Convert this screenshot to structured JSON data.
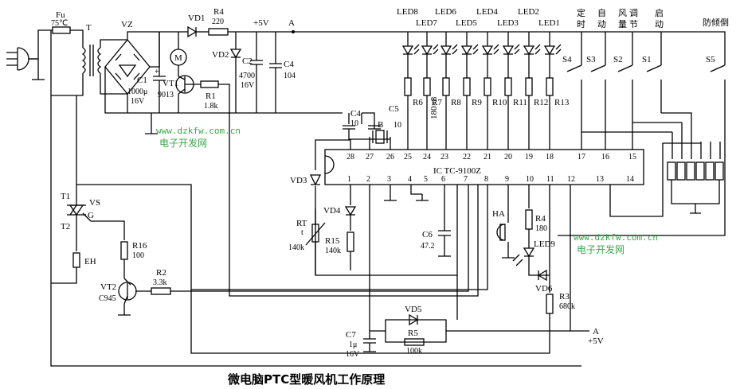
{
  "caption": "微电脑PTC型暖风机工作原理",
  "watermark": {
    "url": "www.dzkfw.com.cn",
    "cn": "电子开发网"
  },
  "ic": {
    "label": "IC  TC-9100Z",
    "top_pins": [
      "28",
      "27",
      "26",
      "25",
      "24",
      "23",
      "22",
      "21",
      "20",
      "19",
      "18",
      "17",
      "16",
      "15"
    ],
    "bottom_pins": [
      "1",
      "2",
      "3",
      "4",
      "5",
      "6",
      "7",
      "8",
      "9",
      "10",
      "11",
      "12",
      "13",
      "14"
    ]
  },
  "power": {
    "fu": "Fu",
    "fu_val": "75℃",
    "t": "T",
    "vz": "VZ",
    "c1": "C1",
    "c1_val1": "1000μ",
    "c1_val2": "16V",
    "vt1": "VT1",
    "vt1_val": "9013",
    "vd1": "VD1",
    "r4": "R4",
    "r4_val": "220",
    "vd2": "VD2",
    "c2": "C2",
    "c2_val1": "4700",
    "c2_val2": "16V",
    "c4": "C4",
    "c4_val": "104",
    "plus5v": "+5V",
    "a": "A",
    "r1": "R1",
    "r1_val": "1.8k",
    "m": "M"
  },
  "leds": [
    {
      "name": "LED8",
      "r": "R6"
    },
    {
      "name": "LED7",
      "r": "R7"
    },
    {
      "name": "LED6",
      "r": "R8"
    },
    {
      "name": "LED5",
      "r": "R9"
    },
    {
      "name": "LED4",
      "r": "R10"
    },
    {
      "name": "LED3",
      "r": "R11"
    },
    {
      "name": "LED2",
      "r": "R12"
    },
    {
      "name": "LED1",
      "r": "R13"
    }
  ],
  "r7_val": "180×8",
  "switches": {
    "dingshi": [
      "定",
      "时"
    ],
    "zidong": [
      "自",
      "动"
    ],
    "fengliang": [
      "风",
      "量"
    ],
    "tiaojie": [
      "调",
      "节"
    ],
    "qidong": [
      "启",
      "动"
    ],
    "fangqingdao": "防倾倒",
    "s4": "S4",
    "s3": "S3",
    "s2": "S2",
    "s1": "S1",
    "s5": "S5"
  },
  "osc": {
    "c4": "C4",
    "c4_val": "10",
    "c5": "C5",
    "c5_val": "10",
    "b": "B"
  },
  "misc": {
    "vd3": "VD3",
    "vd4": "VD4",
    "rt": "RT",
    "rt_val": "140k",
    "t_mark": "t",
    "r15": "R15",
    "r15_val": "140k",
    "c6": "C6",
    "c6_val": "47.2",
    "ha": "HA",
    "r4b": "R4",
    "r4b_val": "180",
    "led9": "LED9",
    "vd6": "VD6",
    "r3": "R3",
    "r3_val": "680k",
    "t1": "T1",
    "vs": "VS",
    "g": "G",
    "t2": "T2",
    "eh": "EH",
    "r16": "R16",
    "r16_val": "100",
    "r2": "R2",
    "r2_val": "3.3k",
    "vt2": "VT2",
    "vt2_val": "C945",
    "vd5": "VD5",
    "r5": "R5",
    "r5_val": "100k",
    "c7": "C7",
    "c7_val1": "1μ",
    "c7_val2": "16V",
    "a2": "A",
    "plus5v2": "+5V"
  }
}
